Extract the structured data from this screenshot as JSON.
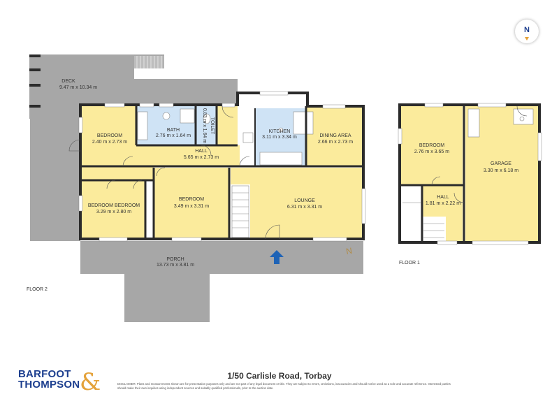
{
  "compass": {
    "label": "N"
  },
  "floors": [
    {
      "id": "floor2",
      "label": "FLOOR 2"
    },
    {
      "id": "floor1",
      "label": "FLOOR 1"
    }
  ],
  "rooms": {
    "deck": {
      "name": "DECK",
      "dims": "9.47 m x 10.34 m"
    },
    "bedroom_nw": {
      "name": "BEDROOM",
      "dims": "2.40 m x 2.73 m"
    },
    "bath": {
      "name": "BATH",
      "dims": "2.76 m x 1.64 m"
    },
    "toilet": {
      "name": "TOILET",
      "dims": "0.83 m x 1.64 m"
    },
    "kitchen": {
      "name": "KITCHEN",
      "dims": "3.11 m x 3.34 m"
    },
    "dining": {
      "name": "DINING AREA",
      "dims": "2.66 m x 2.73 m"
    },
    "hall_upper": {
      "name": "HALL",
      "dims": "5.65 m x 2.73 m"
    },
    "bedroom_sw": {
      "name": "BEDROOM BEDROOM",
      "dims": "3.29 m x 2.80 m"
    },
    "bedroom_mid": {
      "name": "BEDROOM",
      "dims": "3.49 m x 3.31 m"
    },
    "lounge": {
      "name": "LOUNGE",
      "dims": "6.31 m x 3.31 m"
    },
    "porch": {
      "name": "PORCH",
      "dims": "13.73 m x 3.81 m"
    },
    "bedroom_f1": {
      "name": "BEDROOM",
      "dims": "2.76 m x 3.65 m"
    },
    "garage": {
      "name": "GARAGE",
      "dims": "3.30 m x 6.18 m"
    },
    "hall_f1": {
      "name": "HALL",
      "dims": "1.81 m x 2.22 m"
    }
  },
  "entrance_marker": "N",
  "footer": {
    "brand_line1": "BARFOOT",
    "brand_line2": "THOMPSON",
    "brand_amp": "&",
    "address": "1/50 Carlisle Road, Torbay",
    "disclaimer": "DISCLAIMER: Plans and measurements shown are for presentation purposes only and are not part of any legal document or title. They are subject to errors, omissions, inaccuracies and should not be used as a sole and accurate reference. Interested parties should make their own inquiries using independent sources and suitably qualified professionals, prior to the auction date."
  },
  "colors": {
    "room_fill": "#fbeb9c",
    "wet_fill": "#cfe3f5",
    "outdoor_fill": "#a7a7a7",
    "wall": "#2b2b2b",
    "arrow": "#1e63b6",
    "brand_blue": "#1d3f8f",
    "brand_gold": "#e4a23a"
  }
}
